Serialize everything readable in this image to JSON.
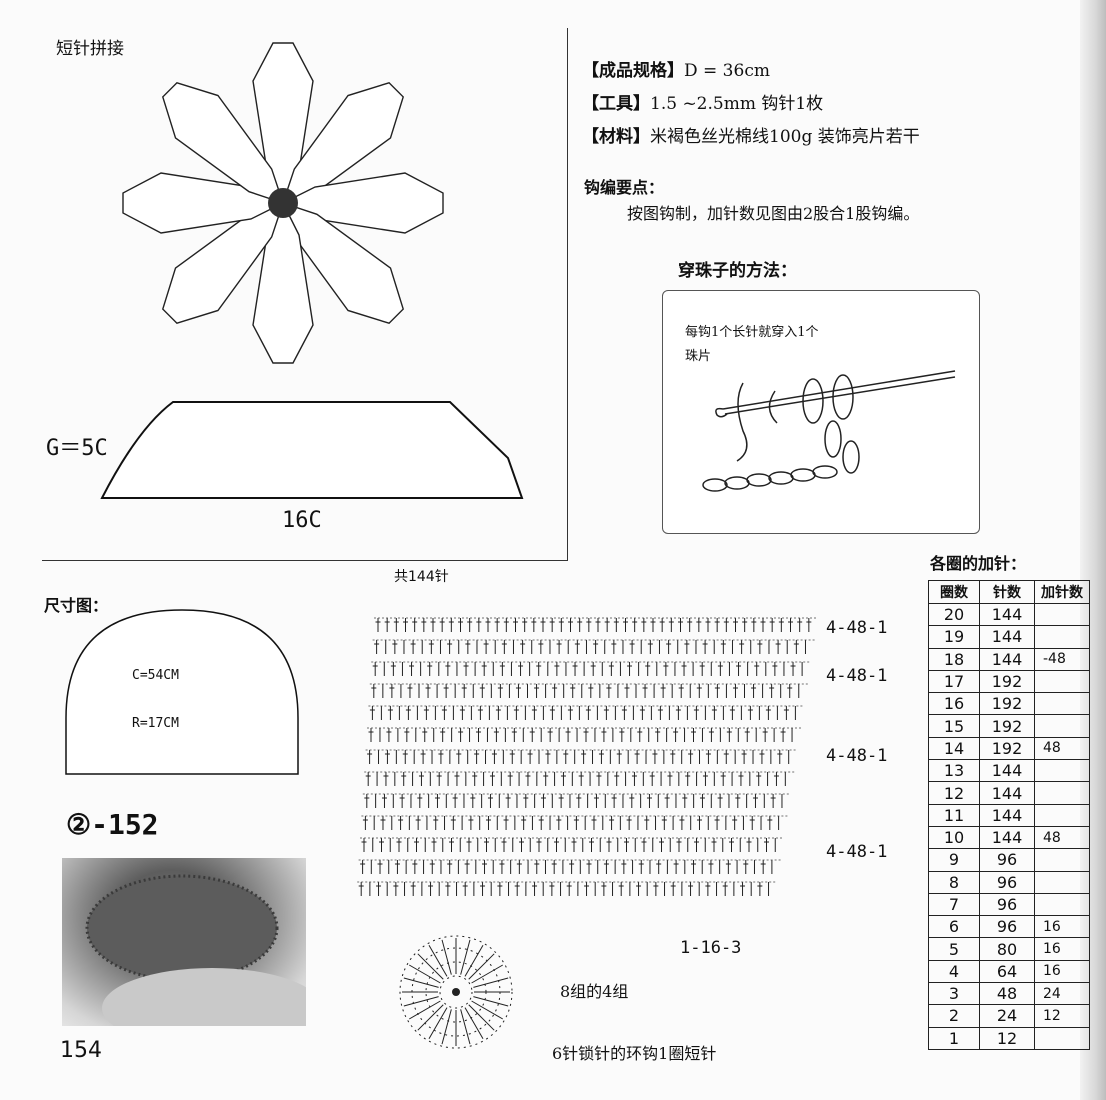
{
  "left_panel": {
    "title": "短针拼接",
    "g_label": "G＝5C",
    "width_label": "16C",
    "total_stitches": "共144针"
  },
  "specs": {
    "size_label": "【成品规格】",
    "size_value": "D = 36cm",
    "tools_label": "【工具】",
    "tools_value": "1.5 ~2.5mm 钩针1枚",
    "material_label": "【材料】",
    "material_value": "米褐色丝光棉线100g 装饰亮片若干"
  },
  "key_points": {
    "heading": "钩编要点：",
    "body": "按图钩制，加针数见图由2股合1股钩编。"
  },
  "bead_method": {
    "heading": "穿珠子的方法：",
    "note_line1": "每钩1个长针就穿入1个",
    "note_line2": "珠片"
  },
  "size_diagram": {
    "heading": "尺寸图：",
    "circumference": "C=54CM",
    "radius": "R=17CM"
  },
  "pattern_id": "②-152",
  "page_number": "154",
  "chart_labels": {
    "row_label_1": "4-48-1",
    "row_label_2": "4-48-1",
    "row_label_3": "4-48-1",
    "row_label_4": "4-48-1",
    "base_label": "1-16-3",
    "groups": "8组的4组",
    "start": "6针锁针的环钩1圈短针"
  },
  "increase_table": {
    "title": "各圈的加针：",
    "headers": [
      "圈数",
      "针数",
      "加针数"
    ],
    "rows": [
      [
        "20",
        "144",
        ""
      ],
      [
        "19",
        "144",
        ""
      ],
      [
        "18",
        "144",
        "-48"
      ],
      [
        "17",
        "192",
        ""
      ],
      [
        "16",
        "192",
        ""
      ],
      [
        "15",
        "192",
        ""
      ],
      [
        "14",
        "192",
        "48"
      ],
      [
        "13",
        "144",
        ""
      ],
      [
        "12",
        "144",
        ""
      ],
      [
        "11",
        "144",
        ""
      ],
      [
        "10",
        "144",
        "48"
      ],
      [
        "9",
        "96",
        ""
      ],
      [
        "8",
        "96",
        ""
      ],
      [
        "7",
        "96",
        ""
      ],
      [
        "6",
        "96",
        "16"
      ],
      [
        "5",
        "80",
        "16"
      ],
      [
        "4",
        "64",
        "16"
      ],
      [
        "3",
        "48",
        "24"
      ],
      [
        "2",
        "24",
        "12"
      ],
      [
        "1",
        "12",
        ""
      ]
    ]
  }
}
